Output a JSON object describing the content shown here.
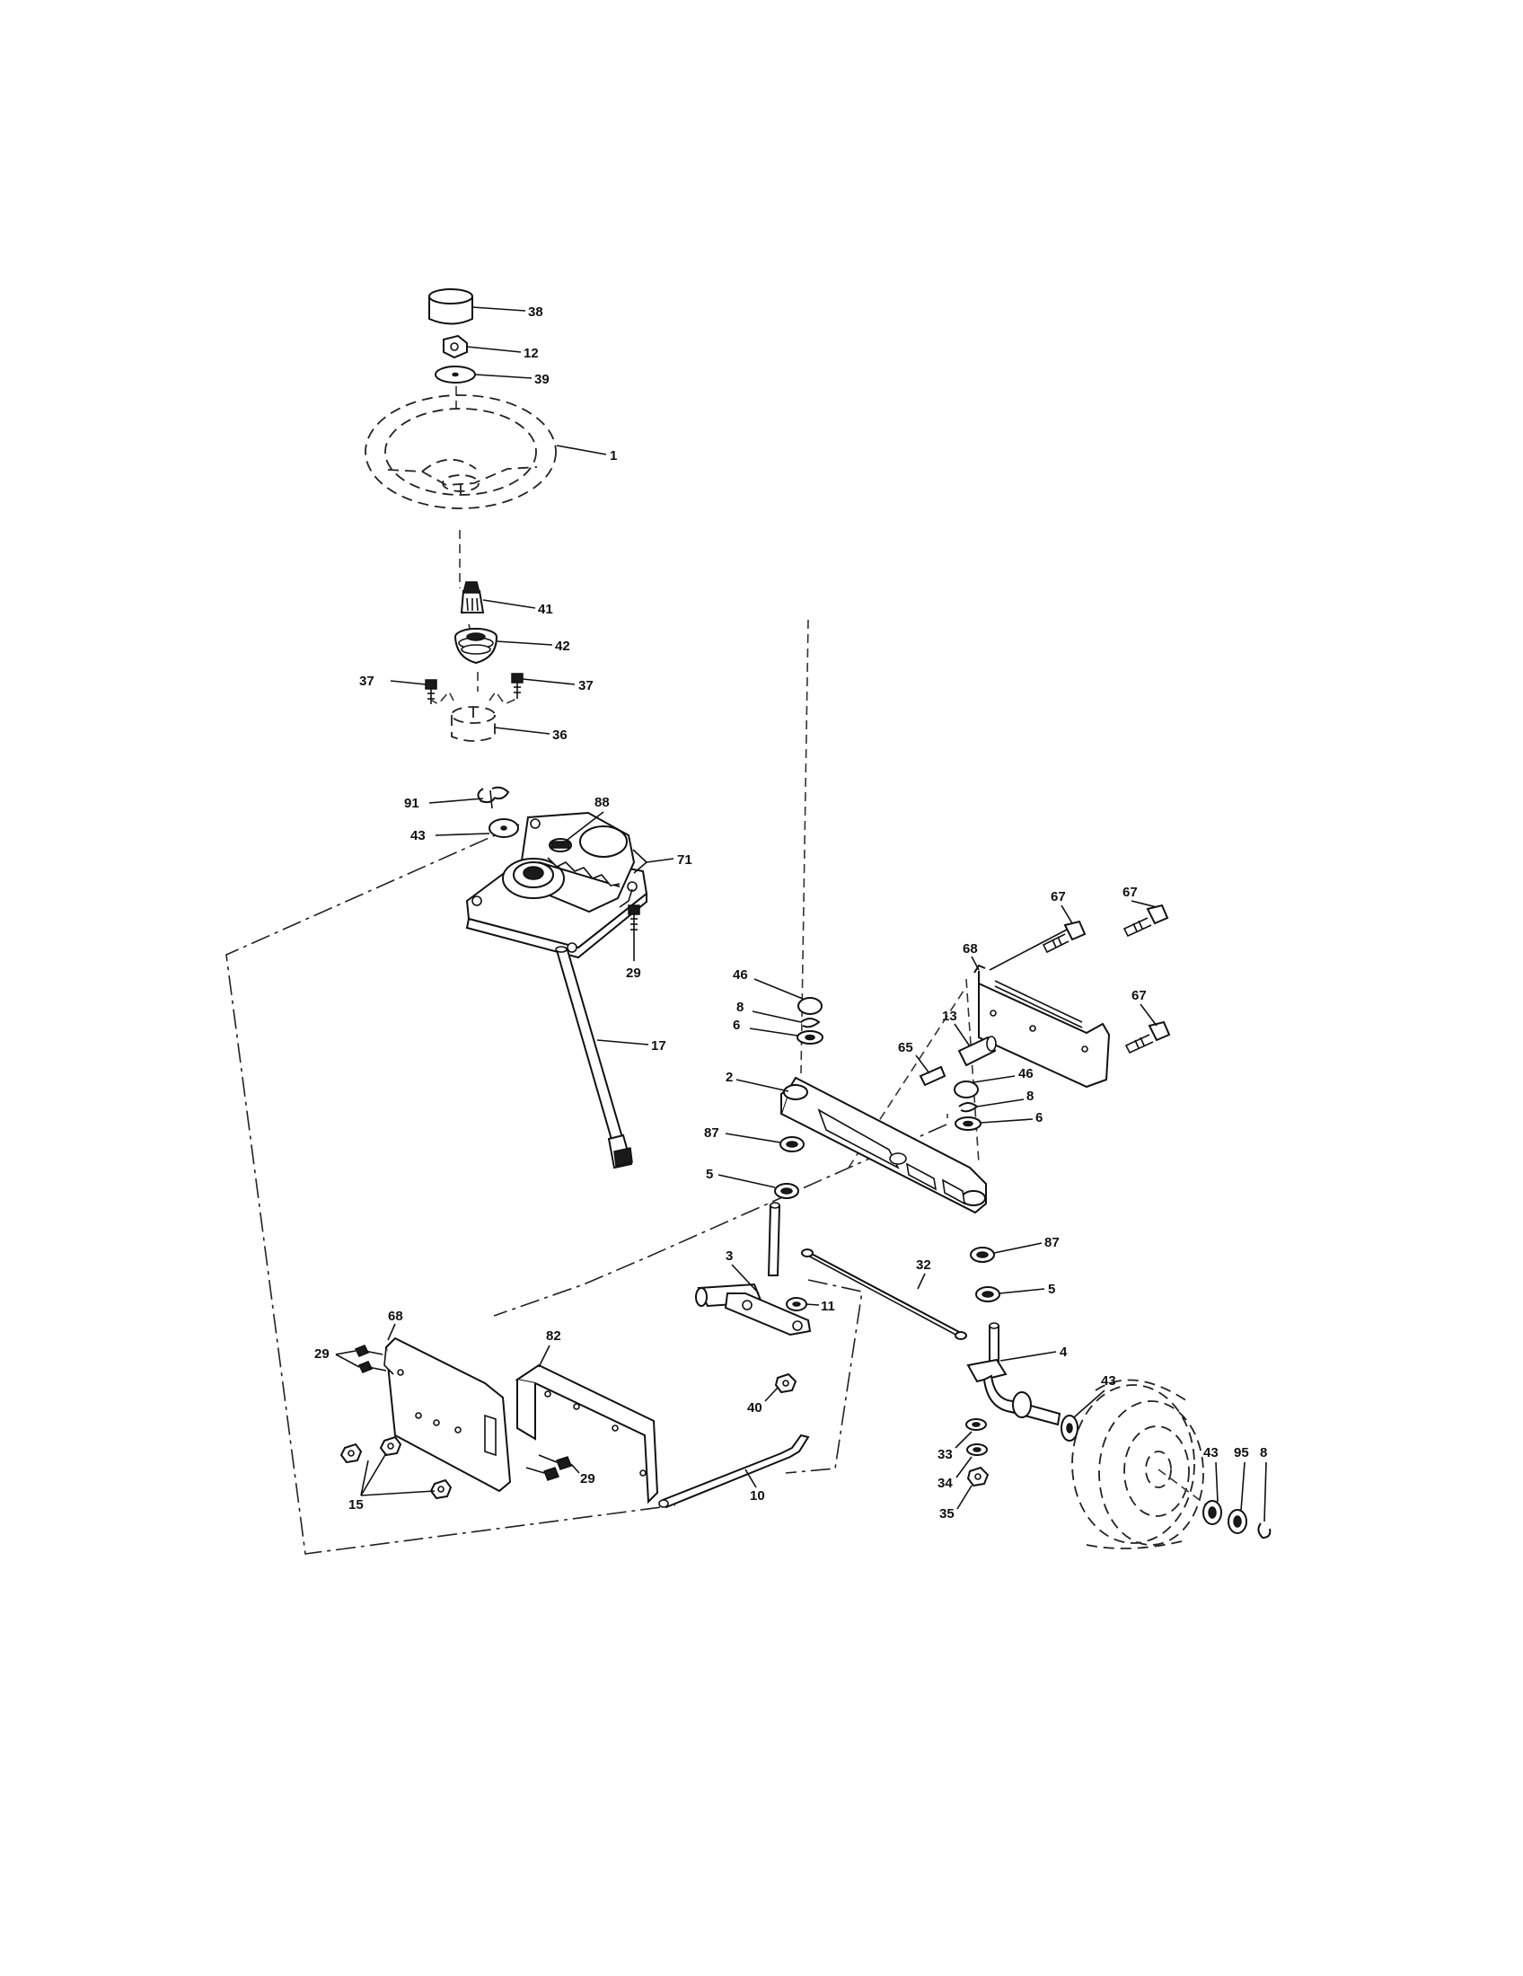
{
  "colors": {
    "ink": "#111111",
    "paper": "#ffffff"
  },
  "callouts": {
    "c38": "38",
    "c12": "12",
    "c39": "39",
    "c1": "1",
    "c41": "41",
    "c42": "42",
    "c37a": "37",
    "c37b": "37",
    "c36": "36",
    "c91": "91",
    "c88": "88",
    "c43a": "43",
    "c71": "71",
    "c29a": "29",
    "c17": "17",
    "c68a": "68",
    "c67a": "67",
    "c67b": "67",
    "c67c": "67",
    "c13": "13",
    "c46a": "46",
    "c8a": "8",
    "c6a": "6",
    "c65": "65",
    "c46b": "46",
    "c8b": "8",
    "c6b": "6",
    "c2": "2",
    "c87a": "87",
    "c5a": "5",
    "c87b": "87",
    "c5b": "5",
    "c32": "32",
    "c3": "3",
    "c11": "11",
    "c4": "4",
    "c40": "40",
    "c43b": "43",
    "c43c": "43",
    "c95": "95",
    "c8c": "8",
    "c33": "33",
    "c34": "34",
    "c35": "35",
    "c68b": "68",
    "c82": "82",
    "c29b": "29",
    "c29c": "29",
    "c15": "15",
    "c10": "10"
  }
}
